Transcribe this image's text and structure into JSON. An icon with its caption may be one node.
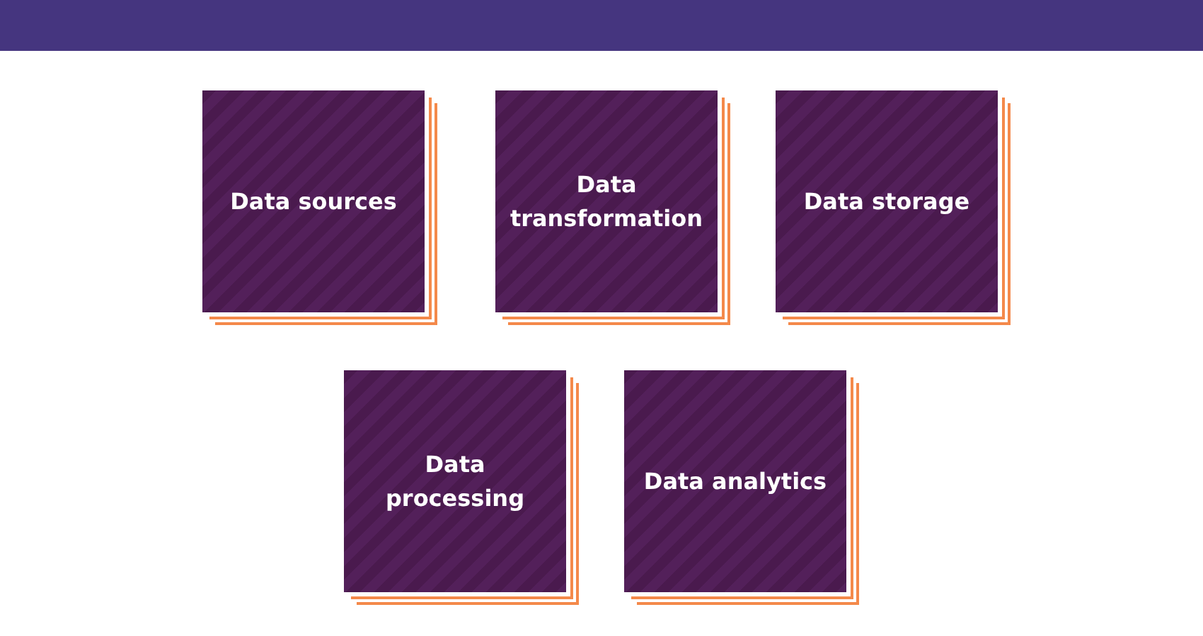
{
  "diagram": {
    "nodes": [
      {
        "text": [
          "Data sources"
        ]
      },
      {
        "text": [
          "Data transformation"
        ]
      },
      {
        "text": [
          "Data storage"
        ]
      },
      {
        "text": [
          "Data processing"
        ]
      },
      {
        "text": [
          "Data analytics"
        ]
      }
    ]
  }
}
